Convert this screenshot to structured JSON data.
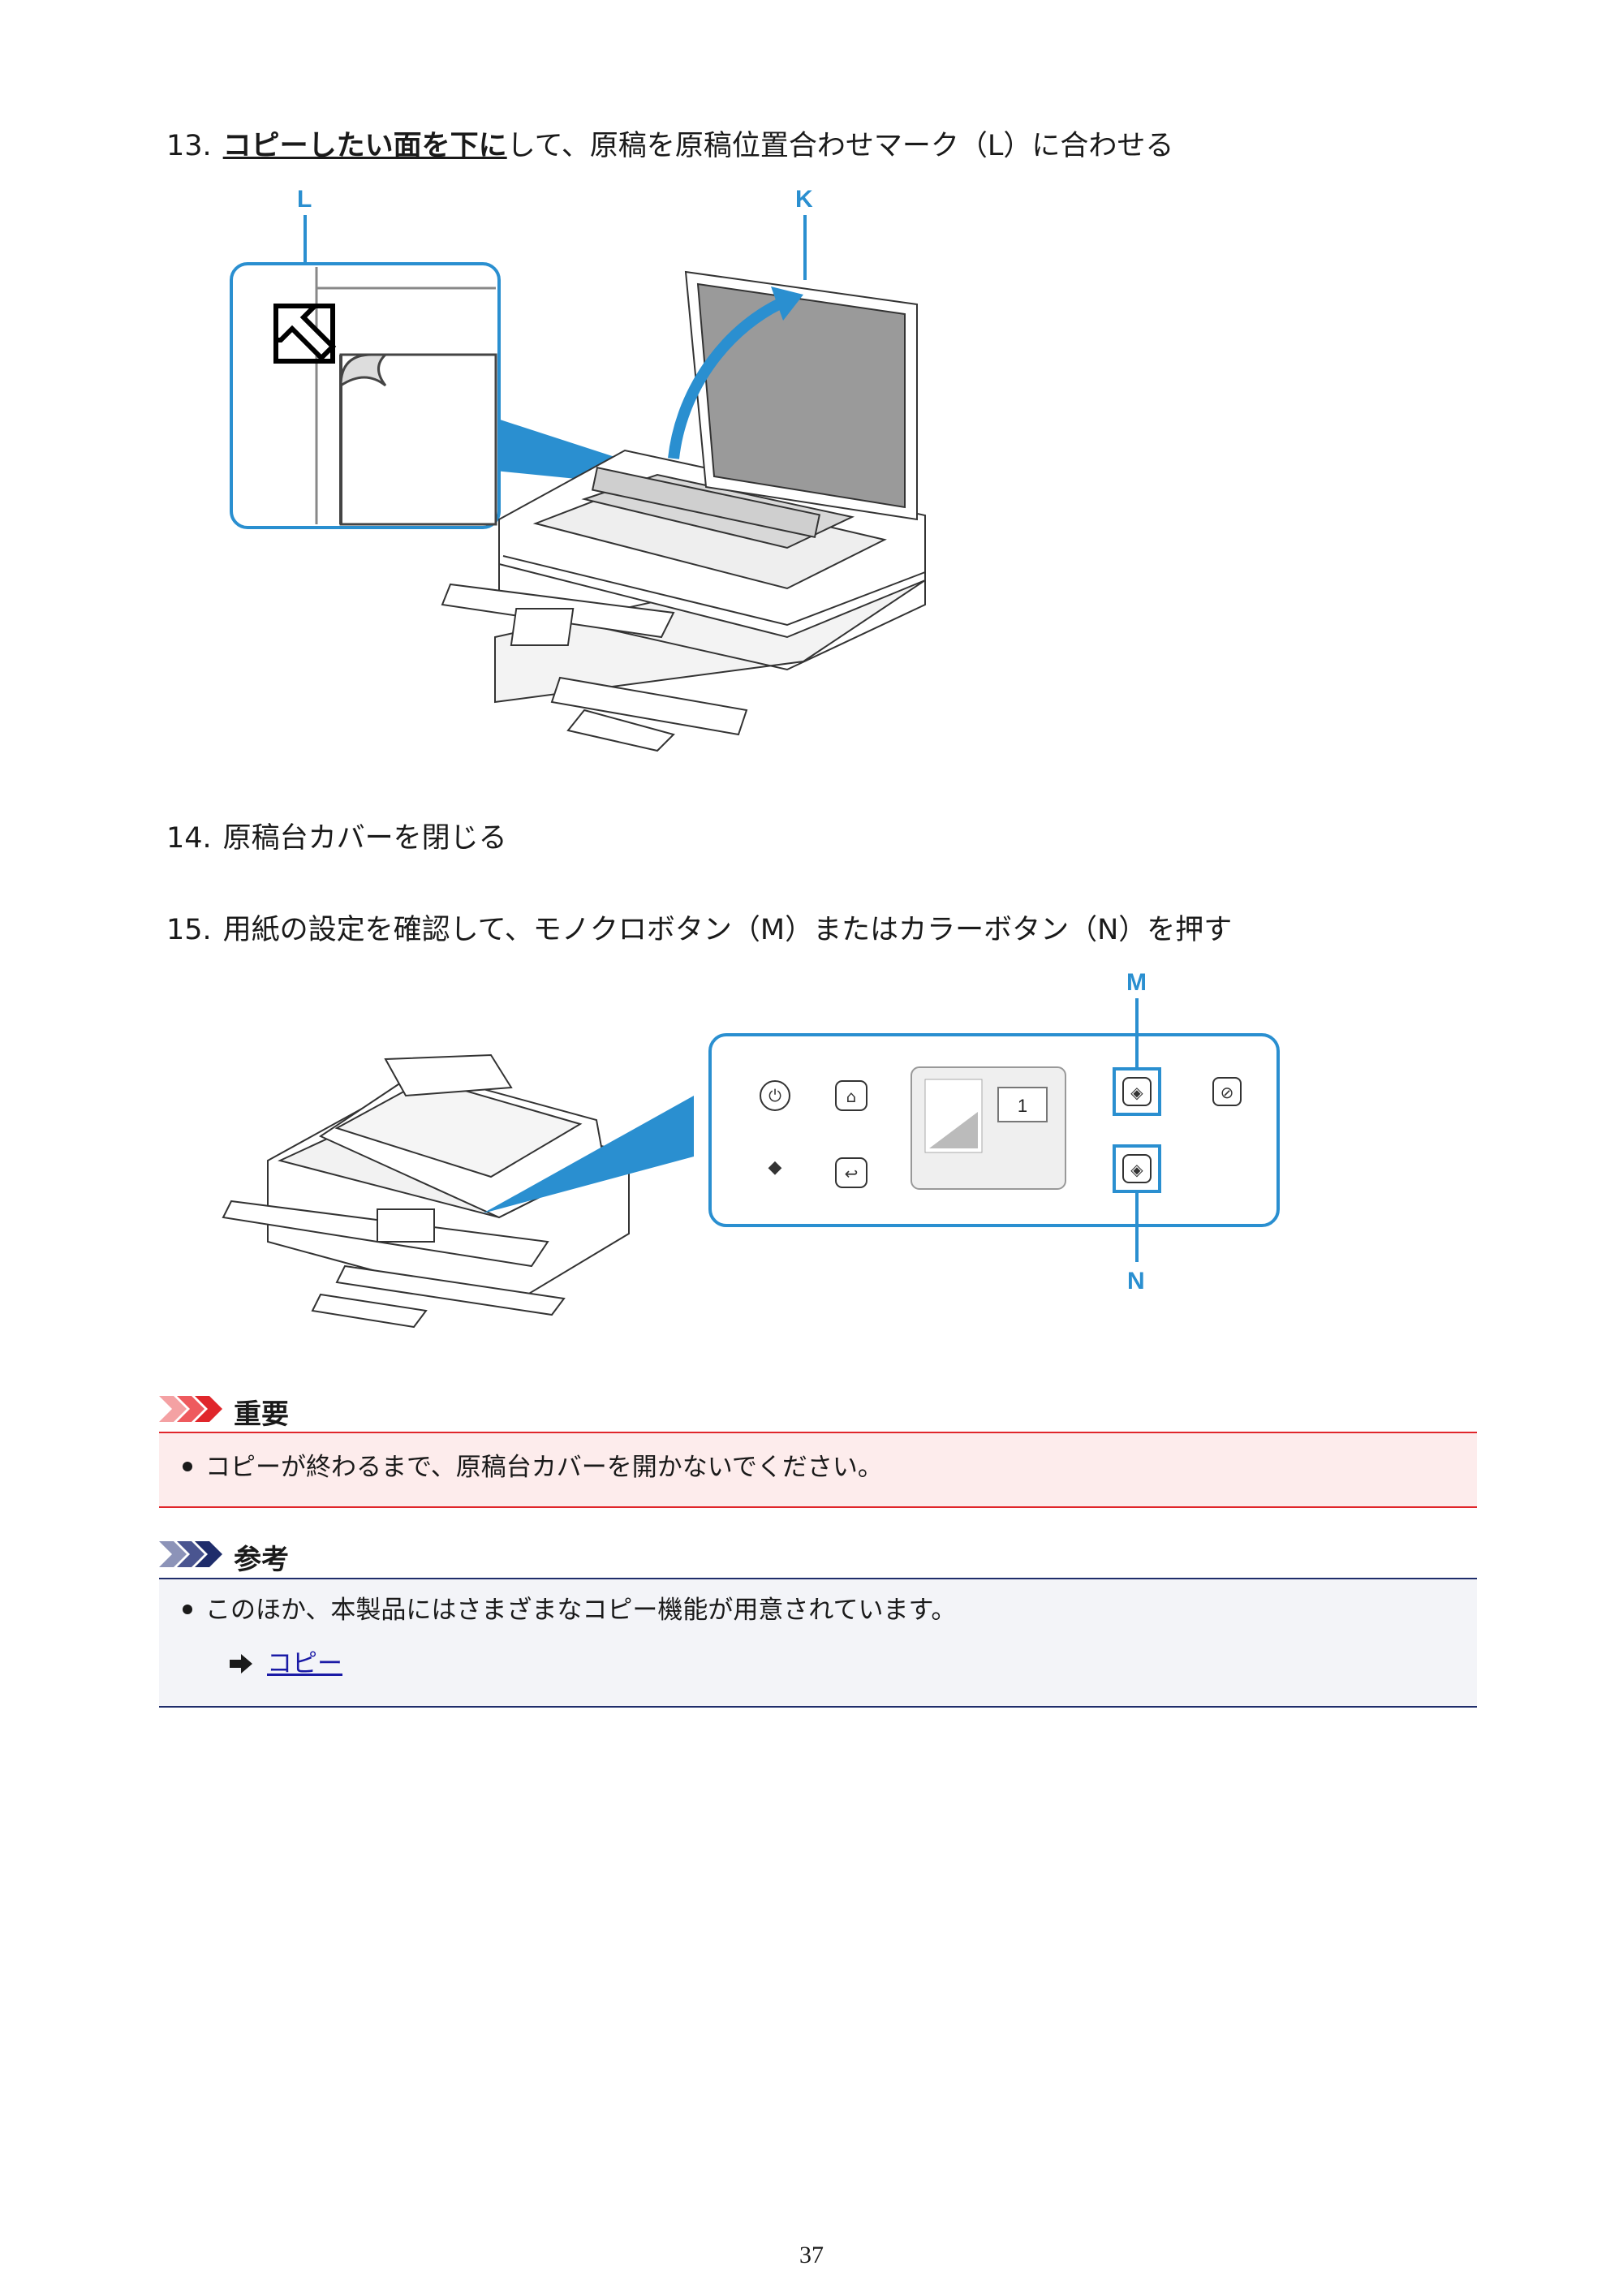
{
  "steps": [
    {
      "num": "13.",
      "emphasis": "コピーしたい面を下に",
      "rest": "して、原稿を原稿位置合わせマーク（L）に合わせる"
    },
    {
      "num": "14.",
      "text": "原稿台カバーを閉じる"
    },
    {
      "num": "15.",
      "text": "用紙の設定を確認して、モノクロボタン（M）またはカラーボタン（N）を押す"
    }
  ],
  "figure1": {
    "label_l": "L",
    "label_k": "K"
  },
  "figure2": {
    "label_m": "M",
    "label_n": "N",
    "lcd_copies": "1"
  },
  "important": {
    "title": "重要",
    "items": [
      "コピーが終わるまで、原稿台カバーを開かないでください。"
    ]
  },
  "note": {
    "title": "参考",
    "items": [
      "このほか、本製品にはさまざまなコピー機能が用意されています。"
    ],
    "link": "コピー"
  },
  "page_number": "37",
  "colors": {
    "accent_blue": "#2a8fd0",
    "important_red": "#e0262b",
    "important_bg": "#fdecec",
    "note_navy": "#1f2d6b",
    "note_bg": "#f3f4f8",
    "link": "#1a1aa6"
  }
}
